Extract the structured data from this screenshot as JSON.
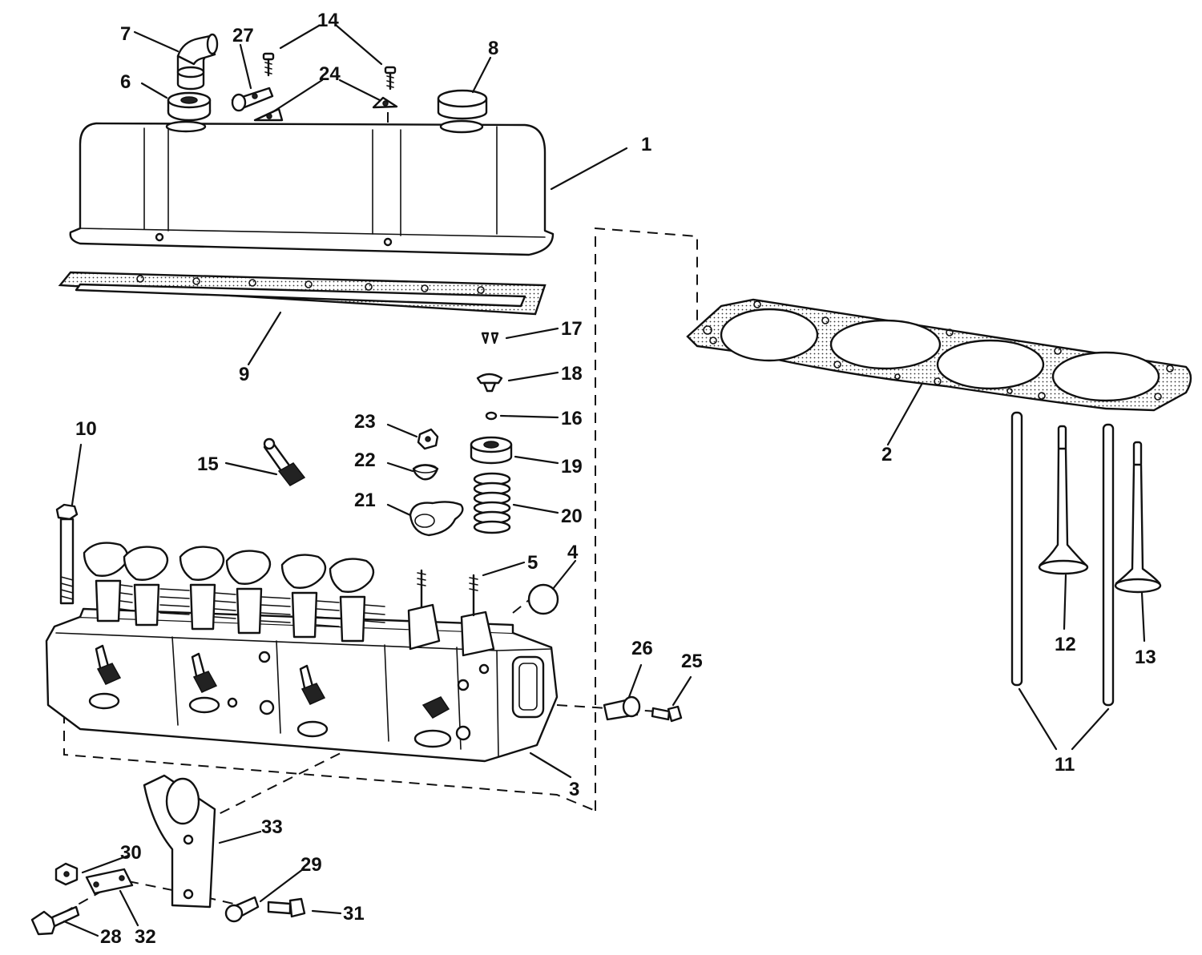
{
  "callouts": {
    "c1": "1",
    "c2": "2",
    "c3": "3",
    "c4": "4",
    "c5": "5",
    "c6": "6",
    "c7": "7",
    "c8": "8",
    "c9": "9",
    "c10": "10",
    "c11": "11",
    "c12": "12",
    "c13": "13",
    "c14": "14",
    "c15": "15",
    "c16": "16",
    "c17": "17",
    "c18": "18",
    "c19": "19",
    "c20": "20",
    "c21": "21",
    "c22": "22",
    "c23": "23",
    "c24": "24",
    "c25": "25",
    "c26": "26",
    "c27": "27",
    "c28": "28",
    "c29": "29",
    "c30": "30",
    "c31": "31",
    "c32": "32",
    "c33": "33"
  },
  "colors": {
    "ink": "#111111",
    "background": "#ffffff"
  }
}
